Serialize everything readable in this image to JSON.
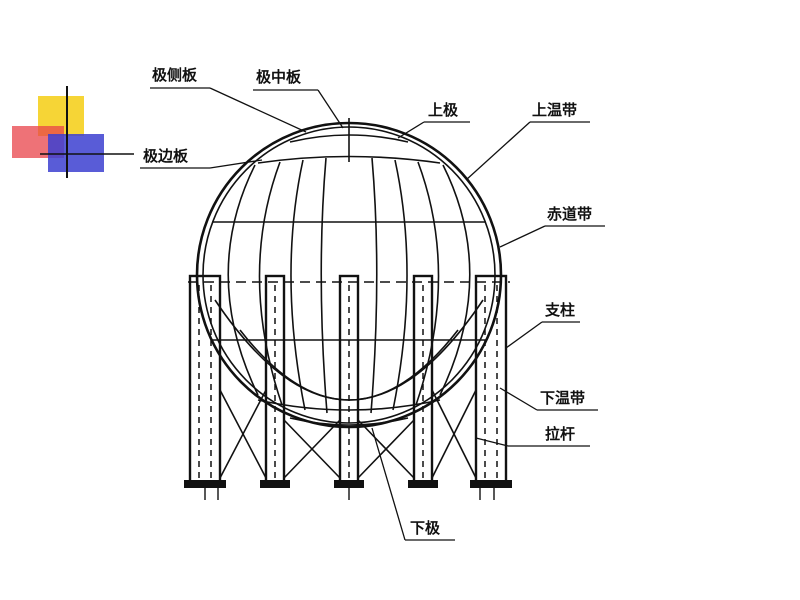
{
  "labels": {
    "polar_side_plate": "极侧板",
    "polar_center_plate": "极中板",
    "upper_pole": "上极",
    "upper_temperate_belt": "上温带",
    "polar_edge_plate": "极边板",
    "equator_belt": "赤道带",
    "column": "支柱",
    "lower_temperate_belt": "下温带",
    "tie_rod": "拉杆",
    "lower_pole": "下极"
  },
  "colors": {
    "deco_yellow": "#f5d020",
    "deco_red": "#e8434a",
    "deco_blue": "#3c3fd0",
    "ink": "#111111"
  }
}
